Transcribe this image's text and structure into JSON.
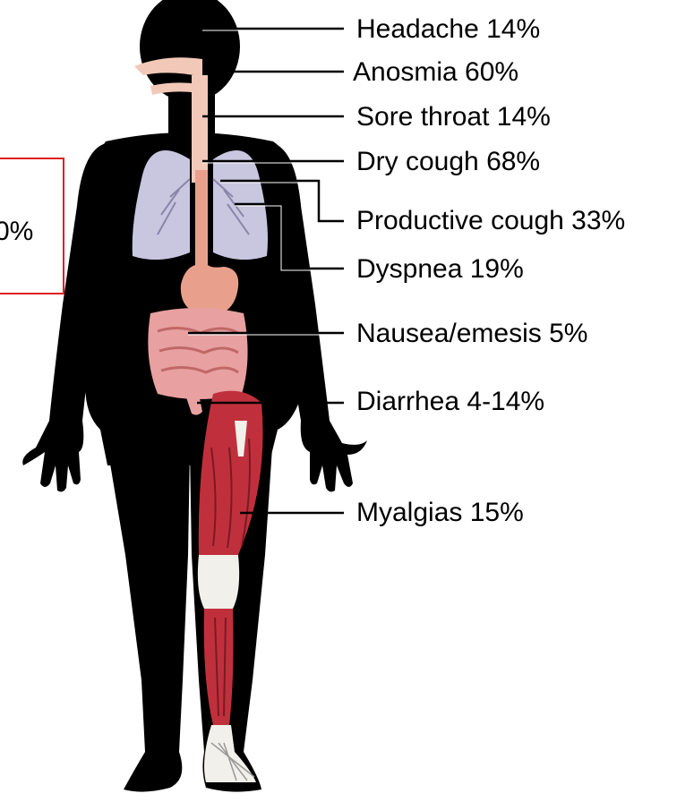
{
  "figure": {
    "callouts": [
      {
        "symptom": "Headache",
        "percent": "14%",
        "text": "Headache 14%"
      },
      {
        "symptom": "Anosmia",
        "percent": "60%",
        "text": "Anosmia 60%"
      },
      {
        "symptom": "Sore throat",
        "percent": "14%",
        "text": "Sore throat 14%"
      },
      {
        "symptom": "Dry cough",
        "percent": "68%",
        "text": "Dry cough 68%"
      },
      {
        "symptom": "Productive cough",
        "percent": "33%",
        "text": "Productive cough 33%"
      },
      {
        "symptom": "Dyspnea",
        "percent": "19%",
        "text": "Dyspnea 19%"
      },
      {
        "symptom": "Nausea/emesis",
        "percent": "5%",
        "text": "Nausea/emesis 5%"
      },
      {
        "symptom": "Diarrhea",
        "percent": "4-14%",
        "text": "Diarrhea 4-14%"
      },
      {
        "symptom": "Myalgias",
        "percent": "15%",
        "text": "Myalgias 15%"
      }
    ],
    "side_box": {
      "visible_text": "0%"
    },
    "colors": {
      "silhouette": "#000000",
      "lungs": "#c9c6e0",
      "airway": "#f2c8b8",
      "stomach": "#e8a08c",
      "intestines": "#e8a0a0",
      "muscle": "#c0303c",
      "bone": "#f2f0ea",
      "box_border": "#e02020"
    }
  }
}
